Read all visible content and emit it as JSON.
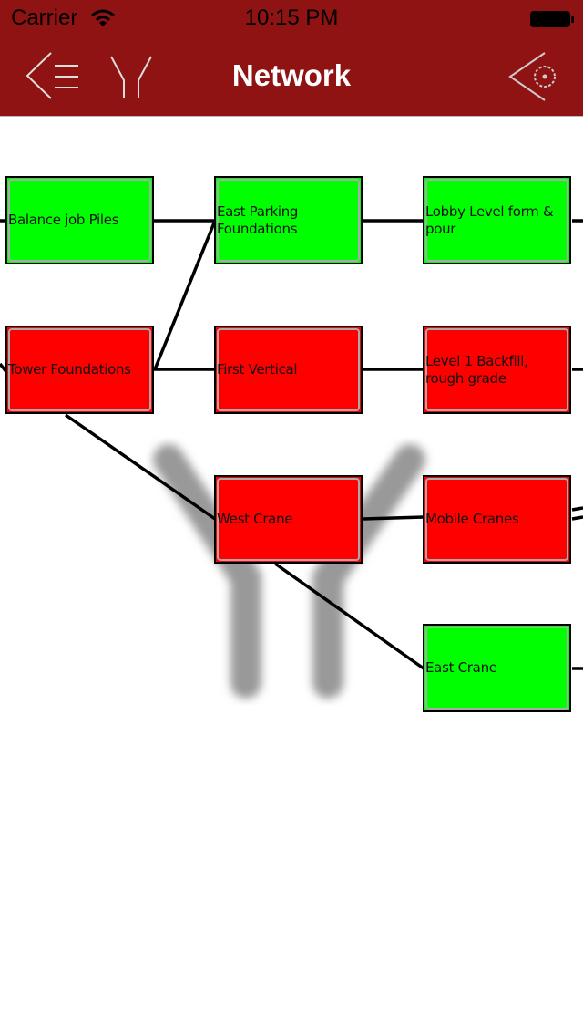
{
  "status_bar": {
    "carrier": "Carrier",
    "time": "10:15 PM"
  },
  "header": {
    "title": "Network",
    "icons": [
      "back-menu-icon",
      "antenna-icon",
      "settings-back-icon"
    ]
  },
  "colors": {
    "header": "#8f1313",
    "complete": "#00ff00",
    "incomplete": "#ff0000"
  },
  "nodes": [
    {
      "label": "Balance job Piles",
      "status": "complete"
    },
    {
      "label": "East Parking Foundations",
      "status": "complete"
    },
    {
      "label": "Lobby Level form & pour",
      "status": "complete"
    },
    {
      "label": "Tower Foundations",
      "status": "incomplete"
    },
    {
      "label": "First Vertical",
      "status": "incomplete"
    },
    {
      "label": "Level 1 Backfill, rough grade",
      "status": "incomplete"
    },
    {
      "label": "West Crane",
      "status": "incomplete"
    },
    {
      "label": "Mobile Cranes",
      "status": "incomplete"
    },
    {
      "label": "East Crane",
      "status": "complete"
    }
  ]
}
